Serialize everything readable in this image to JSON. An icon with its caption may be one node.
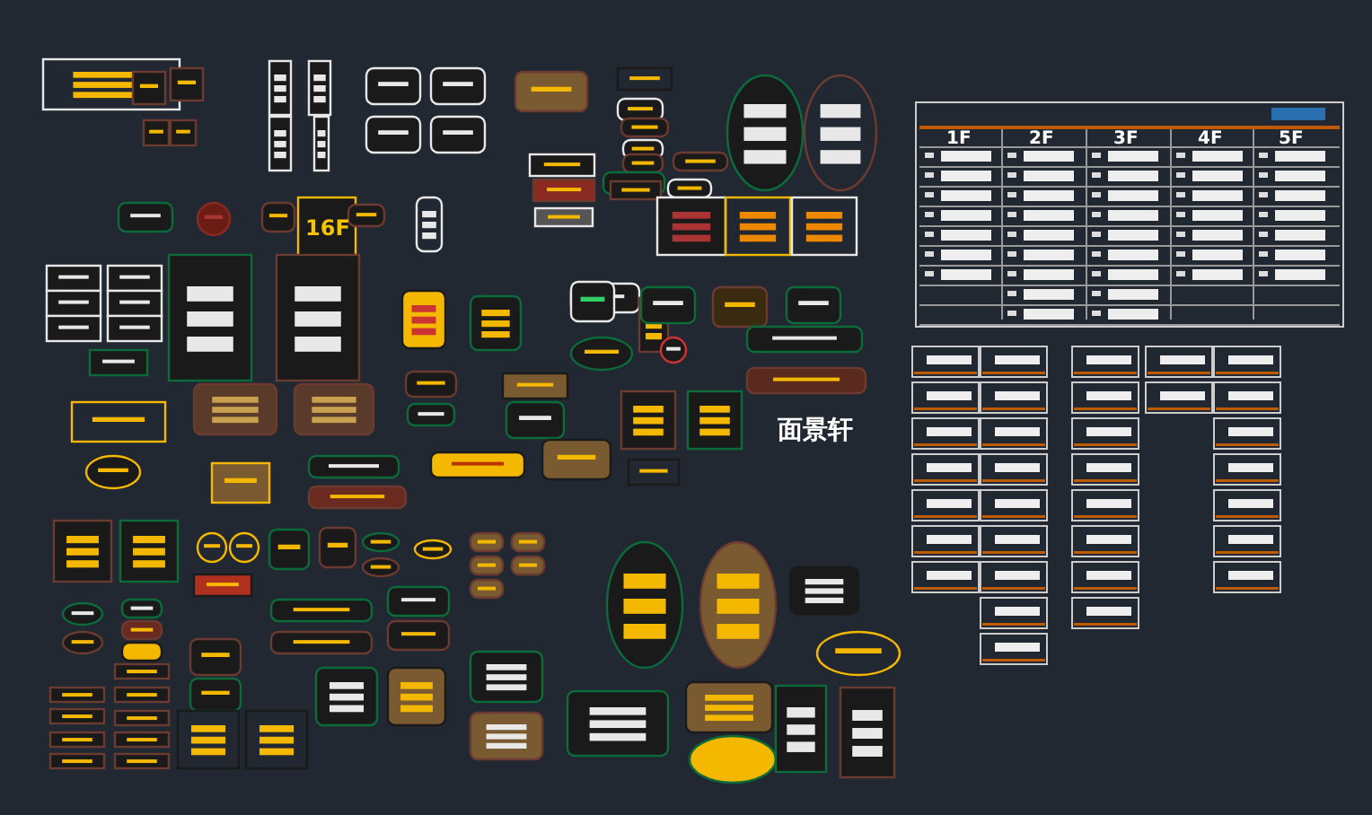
{
  "diagram": {
    "labels": [
      "16F",
      "1F",
      "2F",
      "3F",
      "4F",
      "5F",
      "面景轩"
    ]
  }
}
